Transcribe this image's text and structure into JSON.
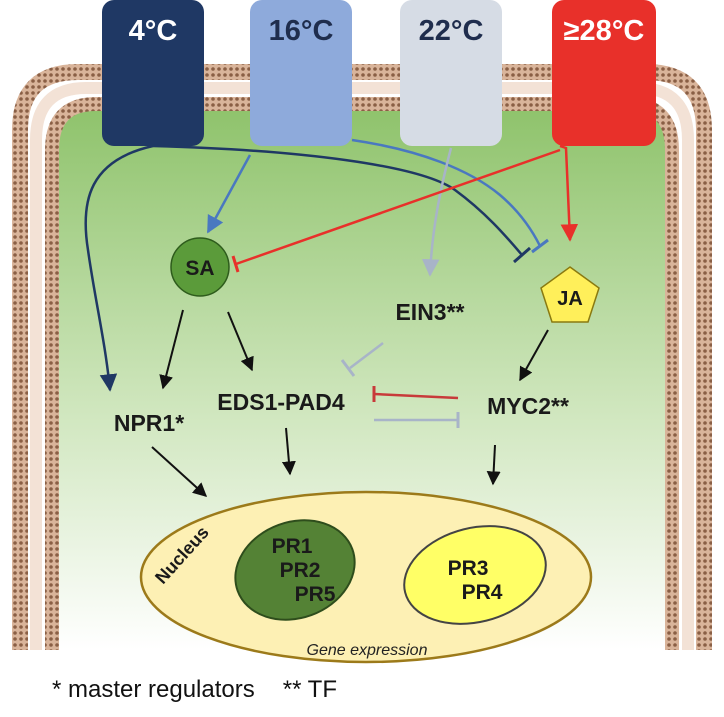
{
  "temperatures": [
    {
      "label": "4°C",
      "color": "#1f3864",
      "text_color": "#ffffff"
    },
    {
      "label": "16°C",
      "color": "#8eaadb",
      "text_color": "#1f2d4d"
    },
    {
      "label": "22°C",
      "color": "#d6dce5",
      "text_color": "#1f2d4d"
    },
    {
      "label": "≥28°C",
      "color": "#e8302a",
      "text_color": "#ffffff"
    }
  ],
  "nodes": {
    "sa": "SA",
    "ja": "JA",
    "ein3": "EIN3**",
    "npr1": "NPR1*",
    "eds1_pad4": "EDS1-PAD4",
    "myc2": "MYC2**"
  },
  "nucleus": {
    "label": "Nucleus",
    "caption": "Gene expression",
    "green_genes": [
      "PR1",
      "PR2",
      "PR5"
    ],
    "yellow_genes": [
      "PR3",
      "PR4"
    ]
  },
  "footnote": {
    "master": "* master regulators",
    "tf": "** TF"
  },
  "colors": {
    "cell_bg": "#a9d08e",
    "membrane": "#c49a7c",
    "sa_fill": "#5b9b3a",
    "ja_fill": "#ffef5a",
    "nucleus_fill": "#fdf0b4",
    "green_gene_fill": "#548235",
    "yellow_gene_fill": "#ffff66",
    "arrow_dark_blue": "#1f3864",
    "arrow_mid_blue": "#4a78c0",
    "arrow_light": "#a8b4c8",
    "arrow_red": "#e8302a",
    "arrow_black": "#111111"
  }
}
